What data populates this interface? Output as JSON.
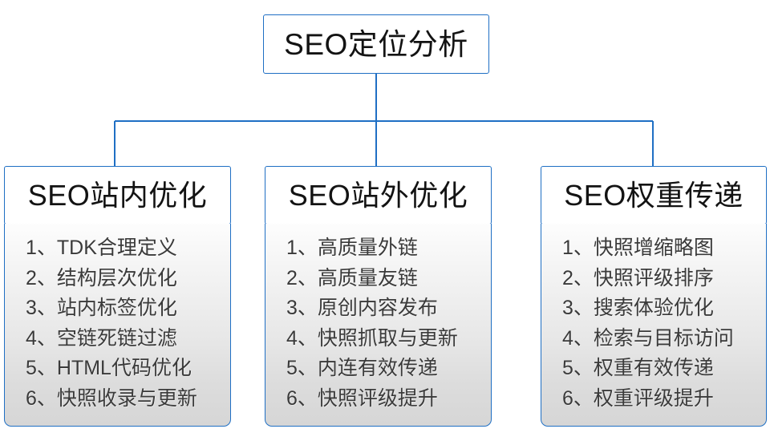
{
  "diagram": {
    "root": {
      "title": "SEO定位分析"
    },
    "branches": [
      {
        "title": "SEO站内优化",
        "items": [
          "1、TDK合理定义",
          "2、结构层次优化",
          "3、站内标签优化",
          "4、空链死链过滤",
          "5、HTML代码优化",
          "6、快照收录与更新"
        ]
      },
      {
        "title": "SEO站外优化",
        "items": [
          "1、高质量外链",
          "2、高质量友链",
          "3、原创内容发布",
          "4、快照抓取与更新",
          "5、内连有效传递",
          "6、快照评级提升"
        ]
      },
      {
        "title": "SEO权重传递",
        "items": [
          "1、快照增缩略图",
          "2、快照评级排序",
          "3、搜索体验优化",
          "4、检索与目标访问",
          "5、权重有效传递",
          "6、权重评级提升"
        ]
      }
    ],
    "colors": {
      "border": "#1F6FC4",
      "connector": "#1F6FC4",
      "node_fill": "#ffffff",
      "body_gradient_top": "#fdfdfd",
      "body_gradient_bottom": "#d6d6d6",
      "title_text": "#131313",
      "item_text": "#3a3a3a"
    }
  }
}
